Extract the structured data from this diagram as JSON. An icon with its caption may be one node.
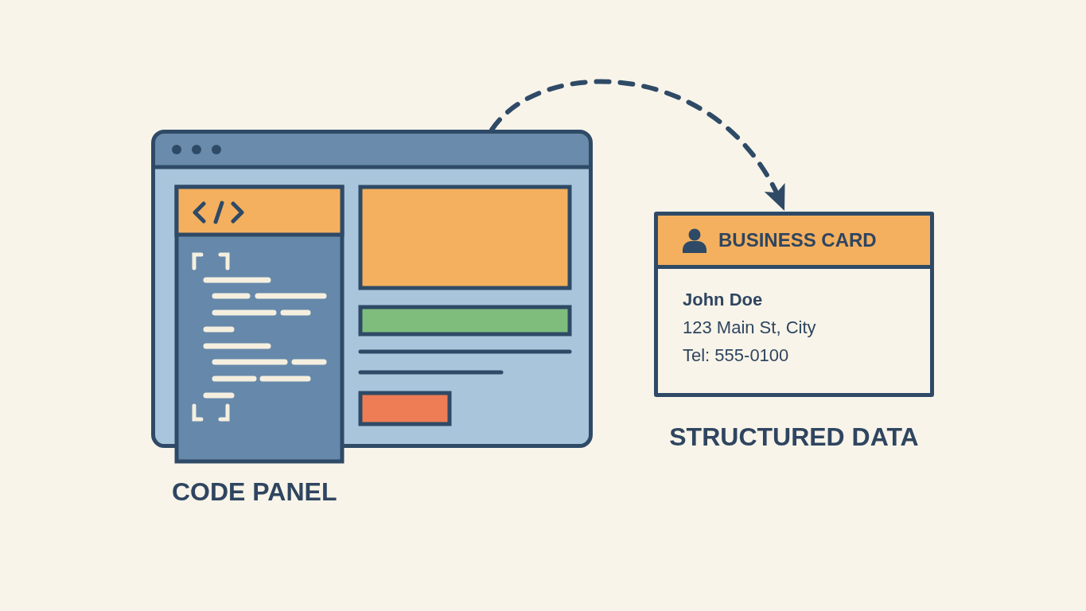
{
  "diagram": {
    "nodes": [
      {
        "text": [],
        "shape": "picture",
        "beside": [
          "CODE PANEL"
        ]
      },
      {
        "text": [
          "BUSINESS CARD",
          "John Doe",
          "123 Main St, City",
          "Tel: 555-0100"
        ],
        "beside": [
          "STRUCTURED DATA"
        ]
      }
    ],
    "edges": [
      {
        "from": 0,
        "to": 1,
        "arrow": "to",
        "style": "dashed"
      }
    ]
  }
}
